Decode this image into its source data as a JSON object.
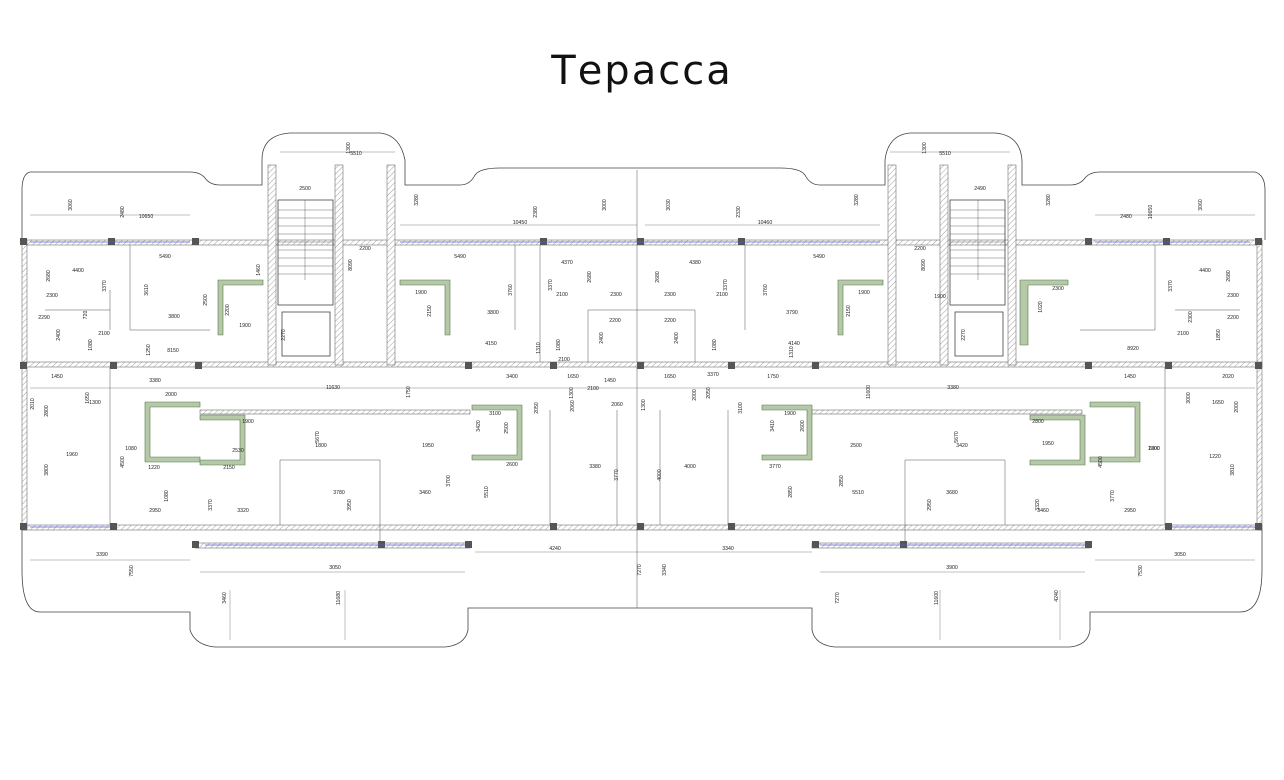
{
  "title": "Терасса",
  "colors": {
    "wall": "#333333",
    "column": "#555555",
    "lift_shaft": "#b5c9a8",
    "glazing": "#5a5ad6"
  },
  "dimensions": [
    "5510",
    "1300",
    "2500",
    "1300",
    "5510",
    "2490",
    "3060",
    "2480",
    "10650",
    "3280",
    "2200",
    "8090",
    "10450",
    "2380",
    "3000",
    "3030",
    "2330",
    "10460",
    "3280",
    "2200",
    "8090",
    "3280",
    "2480",
    "10650",
    "3060",
    "1460",
    "5490",
    "4400",
    "2680",
    "2300",
    "3370",
    "3610",
    "2500",
    "3800",
    "2200",
    "1900",
    "2290",
    "720",
    "2100",
    "2400",
    "1080",
    "1250",
    "8150",
    "2270",
    "1900",
    "5490",
    "3760",
    "3370",
    "4370",
    "2680",
    "2100",
    "2300",
    "3800",
    "2150",
    "2200",
    "4150",
    "1310",
    "1080",
    "2400",
    "2100",
    "4380",
    "2680",
    "3370",
    "2300",
    "2100",
    "2200",
    "5490",
    "3760",
    "1900",
    "3790",
    "2150",
    "4140",
    "1310",
    "1080",
    "2400",
    "2300",
    "4400",
    "2680",
    "1900",
    "2300",
    "3370",
    "2270",
    "2200",
    "2100",
    "1020",
    "2300",
    "1850",
    "8920",
    "1450",
    "3380",
    "11630",
    "1750",
    "3400",
    "1650",
    "1450",
    "2100",
    "1650",
    "3370",
    "1750",
    "11600",
    "3380",
    "1450",
    "2020",
    "2000",
    "1650",
    "1300",
    "2010",
    "2800",
    "1900",
    "3100",
    "2050",
    "1300",
    "2060",
    "2060",
    "1300",
    "2000",
    "2050",
    "3100",
    "1900",
    "2800",
    "3000",
    "1650",
    "2000",
    "1960",
    "3800",
    "4500",
    "1080",
    "2200",
    "1220",
    "2150",
    "2530",
    "1800",
    "5670",
    "1950",
    "3420",
    "2500",
    "2600",
    "3380",
    "3770",
    "4000",
    "4000",
    "3770",
    "3410",
    "2600",
    "2500",
    "3420",
    "5670",
    "1950",
    "1800",
    "1220",
    "3810",
    "4500",
    "1080",
    "2950",
    "3370",
    "3320",
    "3780",
    "3950",
    "3460",
    "3700",
    "5510",
    "2850",
    "2850",
    "5510",
    "3680",
    "2950",
    "3460",
    "3320",
    "3770",
    "2950",
    "3390",
    "7550",
    "3460",
    "3050",
    "11680",
    "4240",
    "7270",
    "3340",
    "3340",
    "7270",
    "3900",
    "11600",
    "4240",
    "3050",
    "7530",
    "3460"
  ]
}
